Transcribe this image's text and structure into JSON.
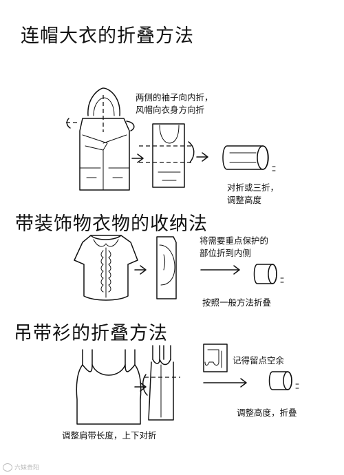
{
  "sections": [
    {
      "title": "连帽大衣的折叠方法",
      "notes": [
        "两侧的袖子向内折，",
        "风帽向衣身方向折",
        "对折或三折，",
        "调整高度"
      ]
    },
    {
      "title": "带装饰物衣物的收纳法",
      "notes": [
        "将需要重点保护的",
        "部位折到内侧",
        "按照一般方法折叠"
      ]
    },
    {
      "title": "吊带衫的折叠方法",
      "notes": [
        "记得留点空余",
        "调整高度，折叠",
        "调整肩带长度，上下对折"
      ]
    }
  ],
  "watermark": "六妹贵阳"
}
